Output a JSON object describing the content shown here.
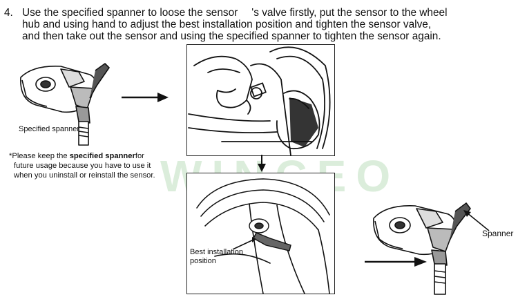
{
  "instructions": {
    "step_number": "4.",
    "line1_a": "Use the specified spanner to loose the sensor",
    "line1_b": "'s valve firstly, put the sensor to the wheel",
    "line2": "hub and using hand to adjust the best installation position and tighten the sensor valve,",
    "line3": "and then take out the sensor and using the specified spanner to tighten the sensor again."
  },
  "labels": {
    "specified_spanner": "Specified spanner",
    "best_installation": "Best installation",
    "position": "position",
    "spanner": "Spanner"
  },
  "note": {
    "asterisk": "*",
    "prefix": "Please keep the ",
    "bold": "specified spanner",
    "suffix": "for",
    "line2": "future usage because you have to use it",
    "line3": "when you uninstall or reinstall the sensor."
  },
  "watermark": "WINCEO"
}
